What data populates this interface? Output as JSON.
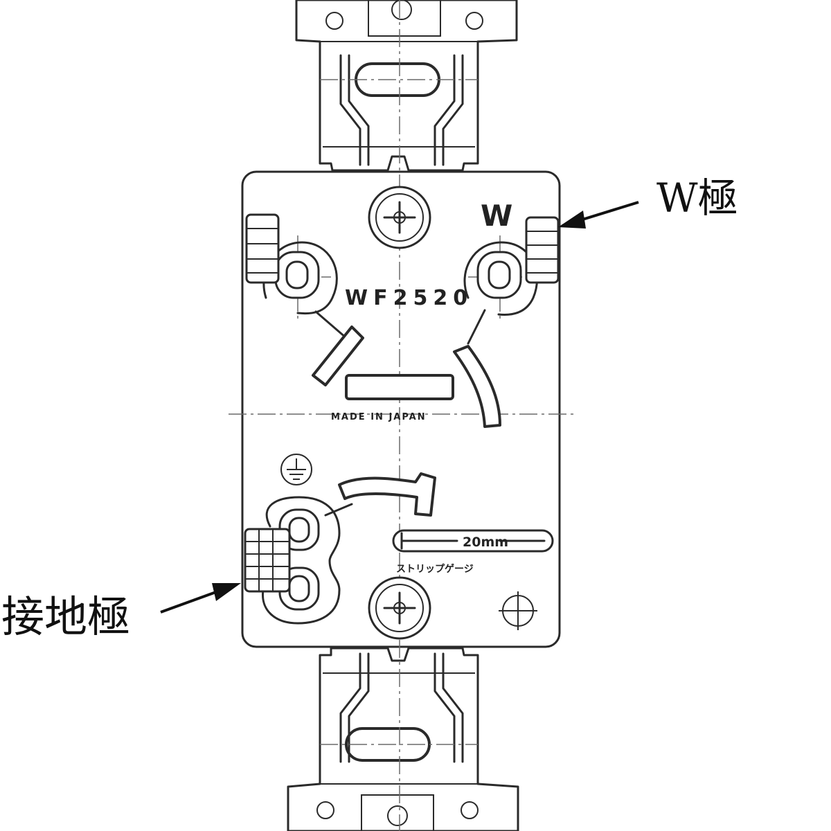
{
  "labels": {
    "w_pole_label": "W極",
    "ground_pole_label": "接地極",
    "w_marking": "W",
    "model_number": "WF2520",
    "made_in": "MADE IN JAPAN",
    "strip_gauge_length": "20mm",
    "strip_gauge_label": "ストリップゲージ"
  },
  "colors": {
    "line": "#2a2a2a",
    "background": "#ffffff"
  },
  "icons": {
    "ground_symbol": "ground-icon",
    "screw": "phillips-screw-icon"
  }
}
